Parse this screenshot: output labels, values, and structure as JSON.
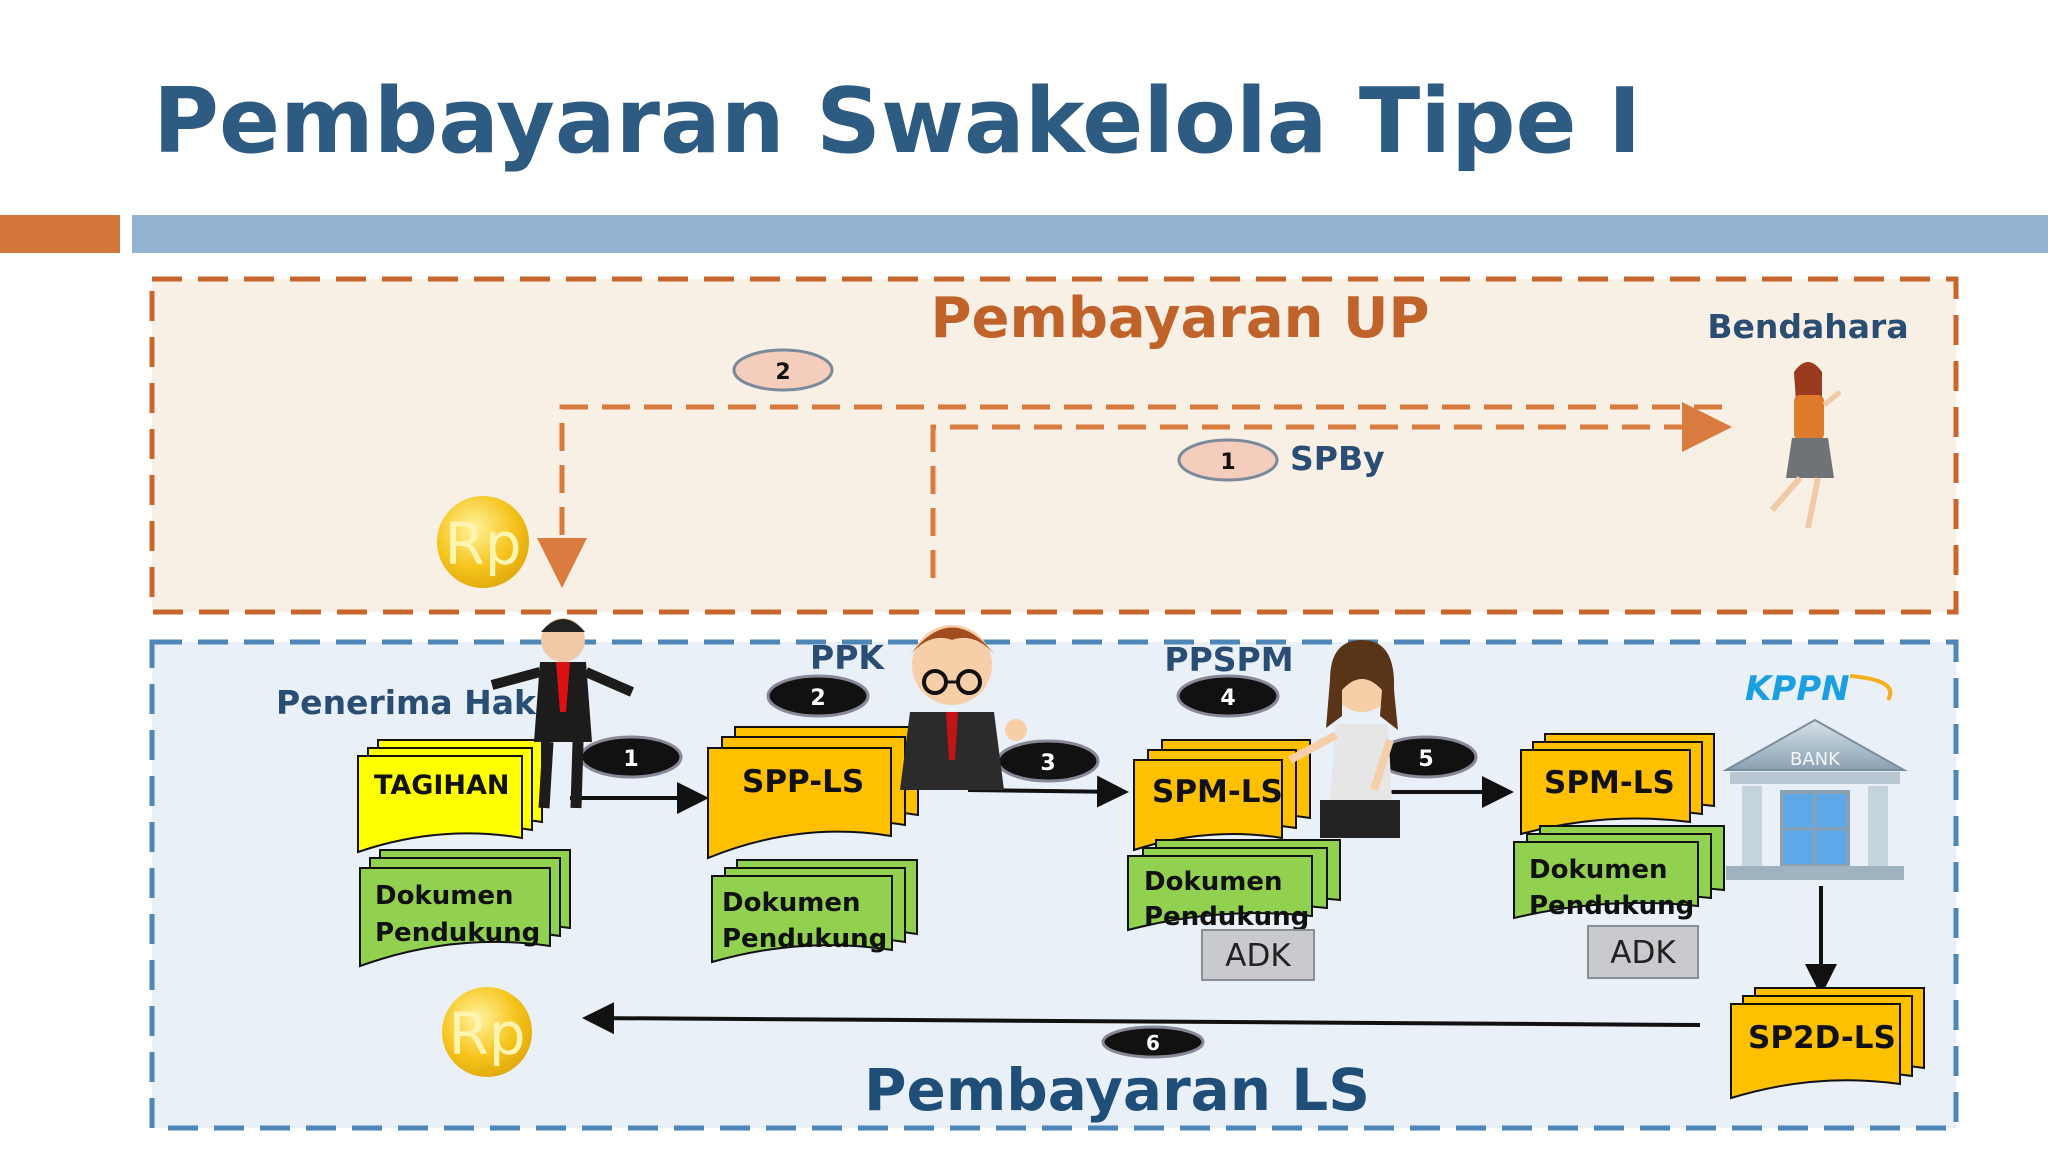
{
  "title": "Pembayaran Swakelola Tipe I",
  "colors": {
    "title": "#2e5b82",
    "accent_orange": "#d2763a",
    "accent_blue": "#92b4d2",
    "up_bg": "#f8f0e4",
    "up_border": "#c9662c",
    "ls_bg": "#eaf0f8",
    "ls_border": "#4f86b8",
    "yellow_doc": "#ffff00",
    "orange_doc": "#ffc000",
    "green_doc": "#92d050",
    "kppn": "#1aa0e0"
  },
  "up_section": {
    "heading": "Pembayaran UP",
    "bendahara": "Bendahara",
    "step1": "1",
    "step1_label": "SPBy",
    "step2": "2",
    "coin": "Rp"
  },
  "ls_section": {
    "heading": "Pembayaran LS",
    "penerima_hak": "Penerima Hak",
    "ppk": "PPK",
    "ppspm": "PPSPM",
    "kppn": "KPPN",
    "bank": "BANK",
    "coin": "Rp",
    "steps": [
      "1",
      "2",
      "3",
      "4",
      "5",
      "6"
    ],
    "docs": {
      "tagihan": "TAGIHAN",
      "spp_ls": "SPP-LS",
      "spm_ls_1": "SPM-LS",
      "spm_ls_2": "SPM-LS",
      "sp2d_ls": "SP2D-LS",
      "dok_line1": "Dokumen",
      "dok_line2": "Pendukung",
      "adk": "ADK"
    }
  }
}
